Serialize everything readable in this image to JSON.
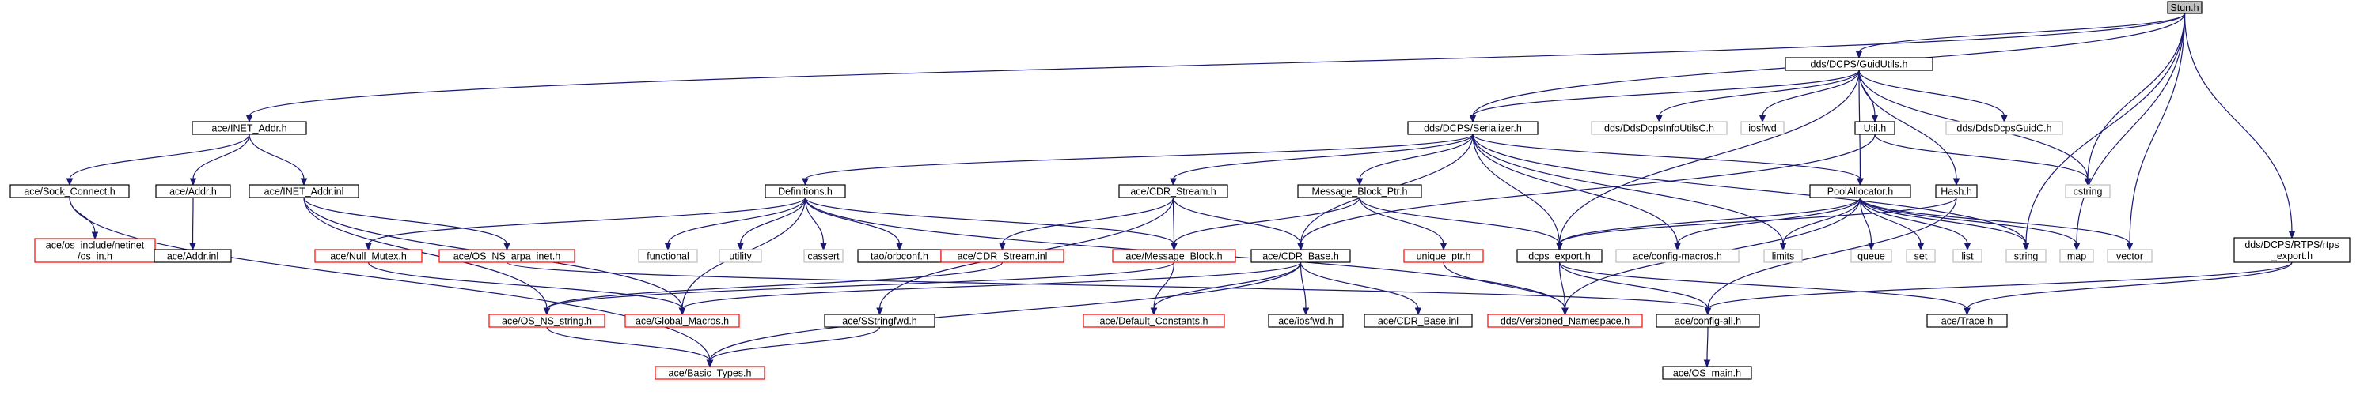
{
  "colors": {
    "root_fill": "#bfbfbf",
    "root_border": "#000000",
    "normal_border": "#000000",
    "red_border": "#ff0000",
    "gray_border": "#bfbfbf",
    "edge": "#191970"
  },
  "nodes": [
    {
      "id": "stun",
      "label": "Stun.h",
      "type": "root"
    },
    {
      "id": "guidutils",
      "label": "dds/DCPS/GuidUtils.h",
      "type": "normal"
    },
    {
      "id": "inetaddr",
      "label": "ace/INET_Addr.h",
      "type": "normal"
    },
    {
      "id": "serializer",
      "label": "dds/DCPS/Serializer.h",
      "type": "normal"
    },
    {
      "id": "infoutils",
      "label": "dds/DdsDcpsInfoUtilsC.h",
      "type": "gray"
    },
    {
      "id": "iosfwd1",
      "label": "iosfwd",
      "type": "gray"
    },
    {
      "id": "util",
      "label": "Util.h",
      "type": "normal"
    },
    {
      "id": "guidc",
      "label": "dds/DdsDcpsGuidC.h",
      "type": "gray"
    },
    {
      "id": "sockconnect",
      "label": "ace/Sock_Connect.h",
      "type": "normal"
    },
    {
      "id": "addr",
      "label": "ace/Addr.h",
      "type": "normal"
    },
    {
      "id": "inetaddrinl",
      "label": "ace/INET_Addr.inl",
      "type": "normal"
    },
    {
      "id": "definitions",
      "label": "Definitions.h",
      "type": "normal"
    },
    {
      "id": "cdrstream",
      "label": "ace/CDR_Stream.h",
      "type": "normal"
    },
    {
      "id": "mbptr",
      "label": "Message_Block_Ptr.h",
      "type": "normal"
    },
    {
      "id": "poolalloc",
      "label": "PoolAllocator.h",
      "type": "normal"
    },
    {
      "id": "hash",
      "label": "Hash.h",
      "type": "normal"
    },
    {
      "id": "cstring",
      "label": "cstring",
      "type": "gray"
    },
    {
      "id": "osinclude",
      "label": "ace/os_include/netinet\n/os_in.h",
      "type": "red"
    },
    {
      "id": "addrinl",
      "label": "ace/Addr.inl",
      "type": "normal"
    },
    {
      "id": "nullmutex",
      "label": "ace/Null_Mutex.h",
      "type": "red"
    },
    {
      "id": "osnsarpa",
      "label": "ace/OS_NS_arpa_inet.h",
      "type": "red"
    },
    {
      "id": "functional",
      "label": "functional",
      "type": "gray"
    },
    {
      "id": "utility",
      "label": "utility",
      "type": "gray"
    },
    {
      "id": "cassert",
      "label": "cassert",
      "type": "gray"
    },
    {
      "id": "orbconf",
      "label": "tao/orbconf.h",
      "type": "normal"
    },
    {
      "id": "cdrstreaminl",
      "label": "ace/CDR_Stream.inl",
      "type": "red"
    },
    {
      "id": "msgblock",
      "label": "ace/Message_Block.h",
      "type": "red"
    },
    {
      "id": "cdrbase",
      "label": "ace/CDR_Base.h",
      "type": "normal"
    },
    {
      "id": "uniqueptr",
      "label": "unique_ptr.h",
      "type": "red"
    },
    {
      "id": "dcpsexport",
      "label": "dcps_export.h",
      "type": "normal"
    },
    {
      "id": "configmacros",
      "label": "ace/config-macros.h",
      "type": "gray"
    },
    {
      "id": "limits",
      "label": "limits",
      "type": "gray"
    },
    {
      "id": "queue",
      "label": "queue",
      "type": "gray"
    },
    {
      "id": "set",
      "label": "set",
      "type": "gray"
    },
    {
      "id": "list",
      "label": "list",
      "type": "gray"
    },
    {
      "id": "string",
      "label": "string",
      "type": "gray"
    },
    {
      "id": "map",
      "label": "map",
      "type": "gray"
    },
    {
      "id": "vector",
      "label": "vector",
      "type": "gray"
    },
    {
      "id": "rtpsexport",
      "label": "dds/DCPS/RTPS/rtps\n_export.h",
      "type": "normal"
    },
    {
      "id": "osnsstring",
      "label": "ace/OS_NS_string.h",
      "type": "red"
    },
    {
      "id": "globalmacros",
      "label": "ace/Global_Macros.h",
      "type": "red"
    },
    {
      "id": "sstringfwd",
      "label": "ace/SStringfwd.h",
      "type": "normal"
    },
    {
      "id": "defconst",
      "label": "ace/Default_Constants.h",
      "type": "red"
    },
    {
      "id": "iosfwd2",
      "label": "ace/iosfwd.h",
      "type": "normal"
    },
    {
      "id": "cdrbaseinl",
      "label": "ace/CDR_Base.inl",
      "type": "normal"
    },
    {
      "id": "versioned",
      "label": "dds/Versioned_Namespace.h",
      "type": "red"
    },
    {
      "id": "configall",
      "label": "ace/config-all.h",
      "type": "normal"
    },
    {
      "id": "trace",
      "label": "ace/Trace.h",
      "type": "normal"
    },
    {
      "id": "basictypes",
      "label": "ace/Basic_Types.h",
      "type": "red"
    },
    {
      "id": "osmain",
      "label": "ace/OS_main.h",
      "type": "normal"
    }
  ]
}
